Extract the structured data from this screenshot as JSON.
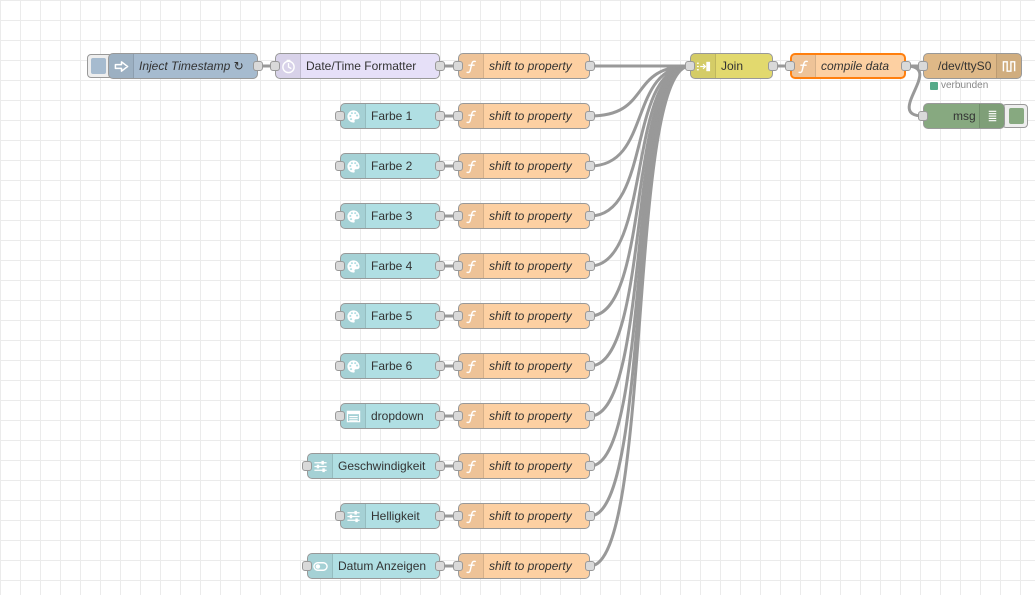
{
  "colors": {
    "inject": "#a6bbcf",
    "formatter": "#e6e0f8",
    "function": "#fdd0a2",
    "dashboard": "#b0dfe3",
    "join": "#e2d96e",
    "serial": "#deb887",
    "debug": "#87a980",
    "wire": "#999999",
    "selected": "#ff7f0e",
    "status_connected": "#55aa88"
  },
  "inject": {
    "label": "Inject Timestamp ↻",
    "icon": "inject-icon"
  },
  "formatter": {
    "label": "Date/Time Formatter",
    "icon": "clock-icon"
  },
  "functions": [
    {
      "label": "shift to property",
      "icon": "function-icon"
    },
    {
      "label": "shift to property",
      "icon": "function-icon"
    },
    {
      "label": "shift to property",
      "icon": "function-icon"
    },
    {
      "label": "shift to property",
      "icon": "function-icon"
    },
    {
      "label": "shift to property",
      "icon": "function-icon"
    },
    {
      "label": "shift to property",
      "icon": "function-icon"
    },
    {
      "label": "shift to property",
      "icon": "function-icon"
    },
    {
      "label": "shift to property",
      "icon": "function-icon"
    },
    {
      "label": "shift to property",
      "icon": "function-icon"
    },
    {
      "label": "shift to property",
      "icon": "function-icon"
    },
    {
      "label": "shift to property",
      "icon": "function-icon"
    }
  ],
  "ui_nodes": [
    {
      "label": "Farbe 1",
      "icon": "palette-icon"
    },
    {
      "label": "Farbe 2",
      "icon": "palette-icon"
    },
    {
      "label": "Farbe 3",
      "icon": "palette-icon"
    },
    {
      "label": "Farbe 4",
      "icon": "palette-icon"
    },
    {
      "label": "Farbe 5",
      "icon": "palette-icon"
    },
    {
      "label": "Farbe 6",
      "icon": "palette-icon"
    },
    {
      "label": "dropdown",
      "icon": "list-icon"
    },
    {
      "label": "Geschwindigkeit",
      "icon": "sliders-icon"
    },
    {
      "label": "Helligkeit",
      "icon": "sliders-icon"
    },
    {
      "label": "Datum Anzeigen",
      "icon": "toggle-icon"
    }
  ],
  "join": {
    "label": "Join",
    "icon": "join-icon"
  },
  "compile": {
    "label": "compile data",
    "icon": "function-icon",
    "selected": true
  },
  "serial": {
    "label": "/dev/ttyS0",
    "icon": "serial-icon",
    "status": "verbunden"
  },
  "debug": {
    "label": "msg",
    "icon": "debug-icon"
  }
}
